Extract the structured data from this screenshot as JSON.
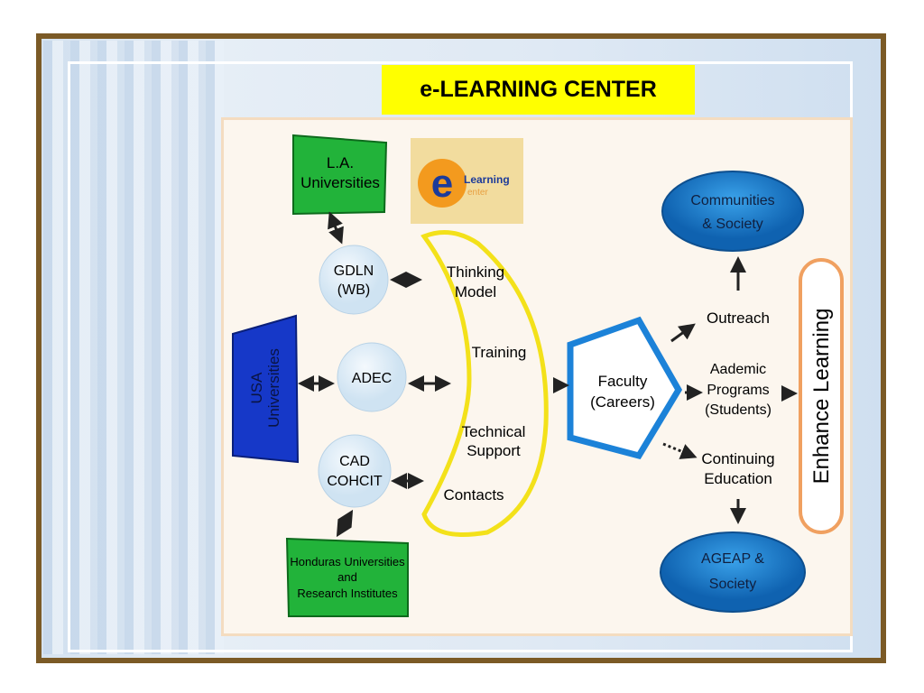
{
  "title": "e-LEARNING CENTER",
  "logo": {
    "letter": "e",
    "line1": "Learning",
    "line2": "enter"
  },
  "nodes": {
    "la_universities": [
      "L.A.",
      "Universities"
    ],
    "usa_universities": [
      "USA",
      "Universities"
    ],
    "honduras": [
      "Honduras Universities",
      "and",
      "Research Institutes"
    ],
    "gdln": [
      "GDLN",
      "(WB)"
    ],
    "adec": [
      "ADEC"
    ],
    "cad": [
      "CAD",
      "COHCIT"
    ],
    "services": {
      "thinking": [
        "Thinking",
        "Model"
      ],
      "training": [
        "Training"
      ],
      "technical": [
        "Technical",
        "Support"
      ],
      "contacts": [
        "Contacts"
      ]
    },
    "faculty": [
      "Faculty",
      "(Careers)"
    ],
    "outreach": [
      "Outreach"
    ],
    "academic": [
      "Aademic",
      "Programs",
      "(Students)"
    ],
    "continuing": [
      "Continuing",
      "Education"
    ],
    "communities": [
      "Communities",
      "& Society"
    ],
    "ageap": [
      "AGEAP &",
      "Society"
    ],
    "enhance": "Enhance Learning"
  },
  "colors": {
    "green": "#22b33a",
    "blue_box": "#1638c8",
    "ellipse": "#1b7fd0",
    "yellow": "#f3e11a",
    "pentagon": "#1c82d8",
    "orange": "#f0a060",
    "frame": "#7b5a26"
  }
}
